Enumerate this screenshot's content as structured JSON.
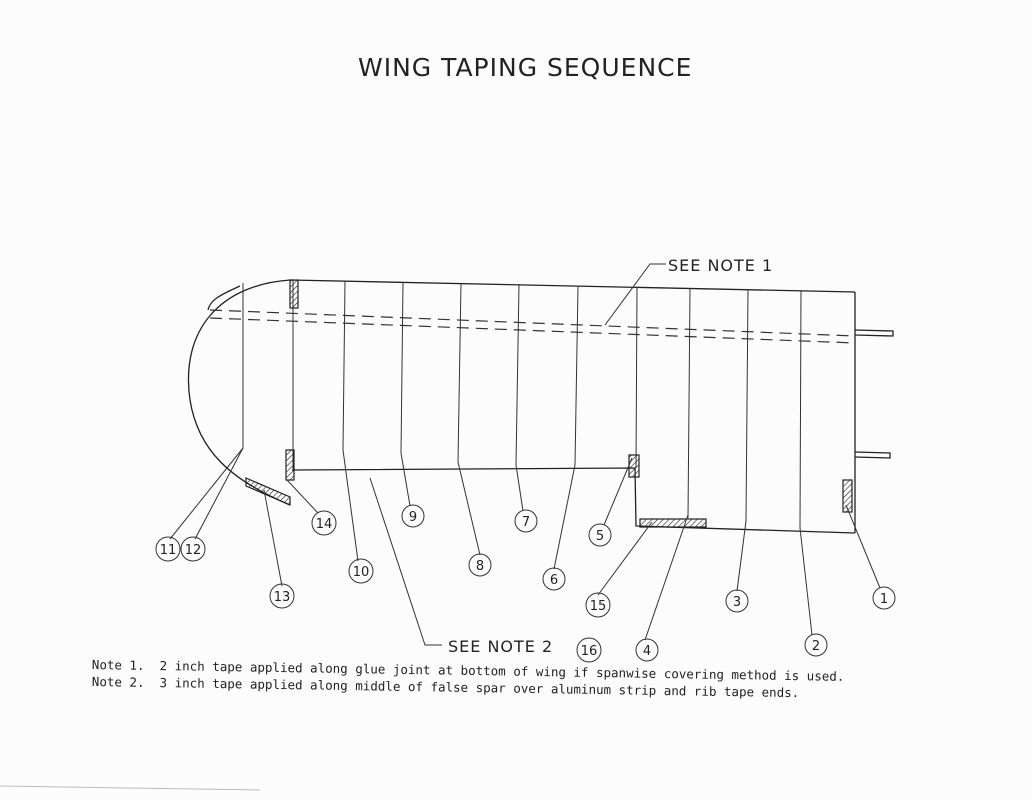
{
  "title": "WING TAPING SEQUENCE",
  "see_note_1": "SEE NOTE 1",
  "see_note_2": "SEE NOTE 2",
  "callouts": [
    "1",
    "2",
    "3",
    "4",
    "5",
    "6",
    "7",
    "8",
    "9",
    "10",
    "11",
    "12",
    "13",
    "14",
    "15",
    "16"
  ],
  "notes": [
    {
      "label": "Note 1.",
      "text": "2 inch tape applied along glue joint at bottom of wing if spanwise covering method is used."
    },
    {
      "label": "Note 2.",
      "text": "3 inch tape applied along middle of false spar over aluminum strip and rib tape ends."
    }
  ]
}
